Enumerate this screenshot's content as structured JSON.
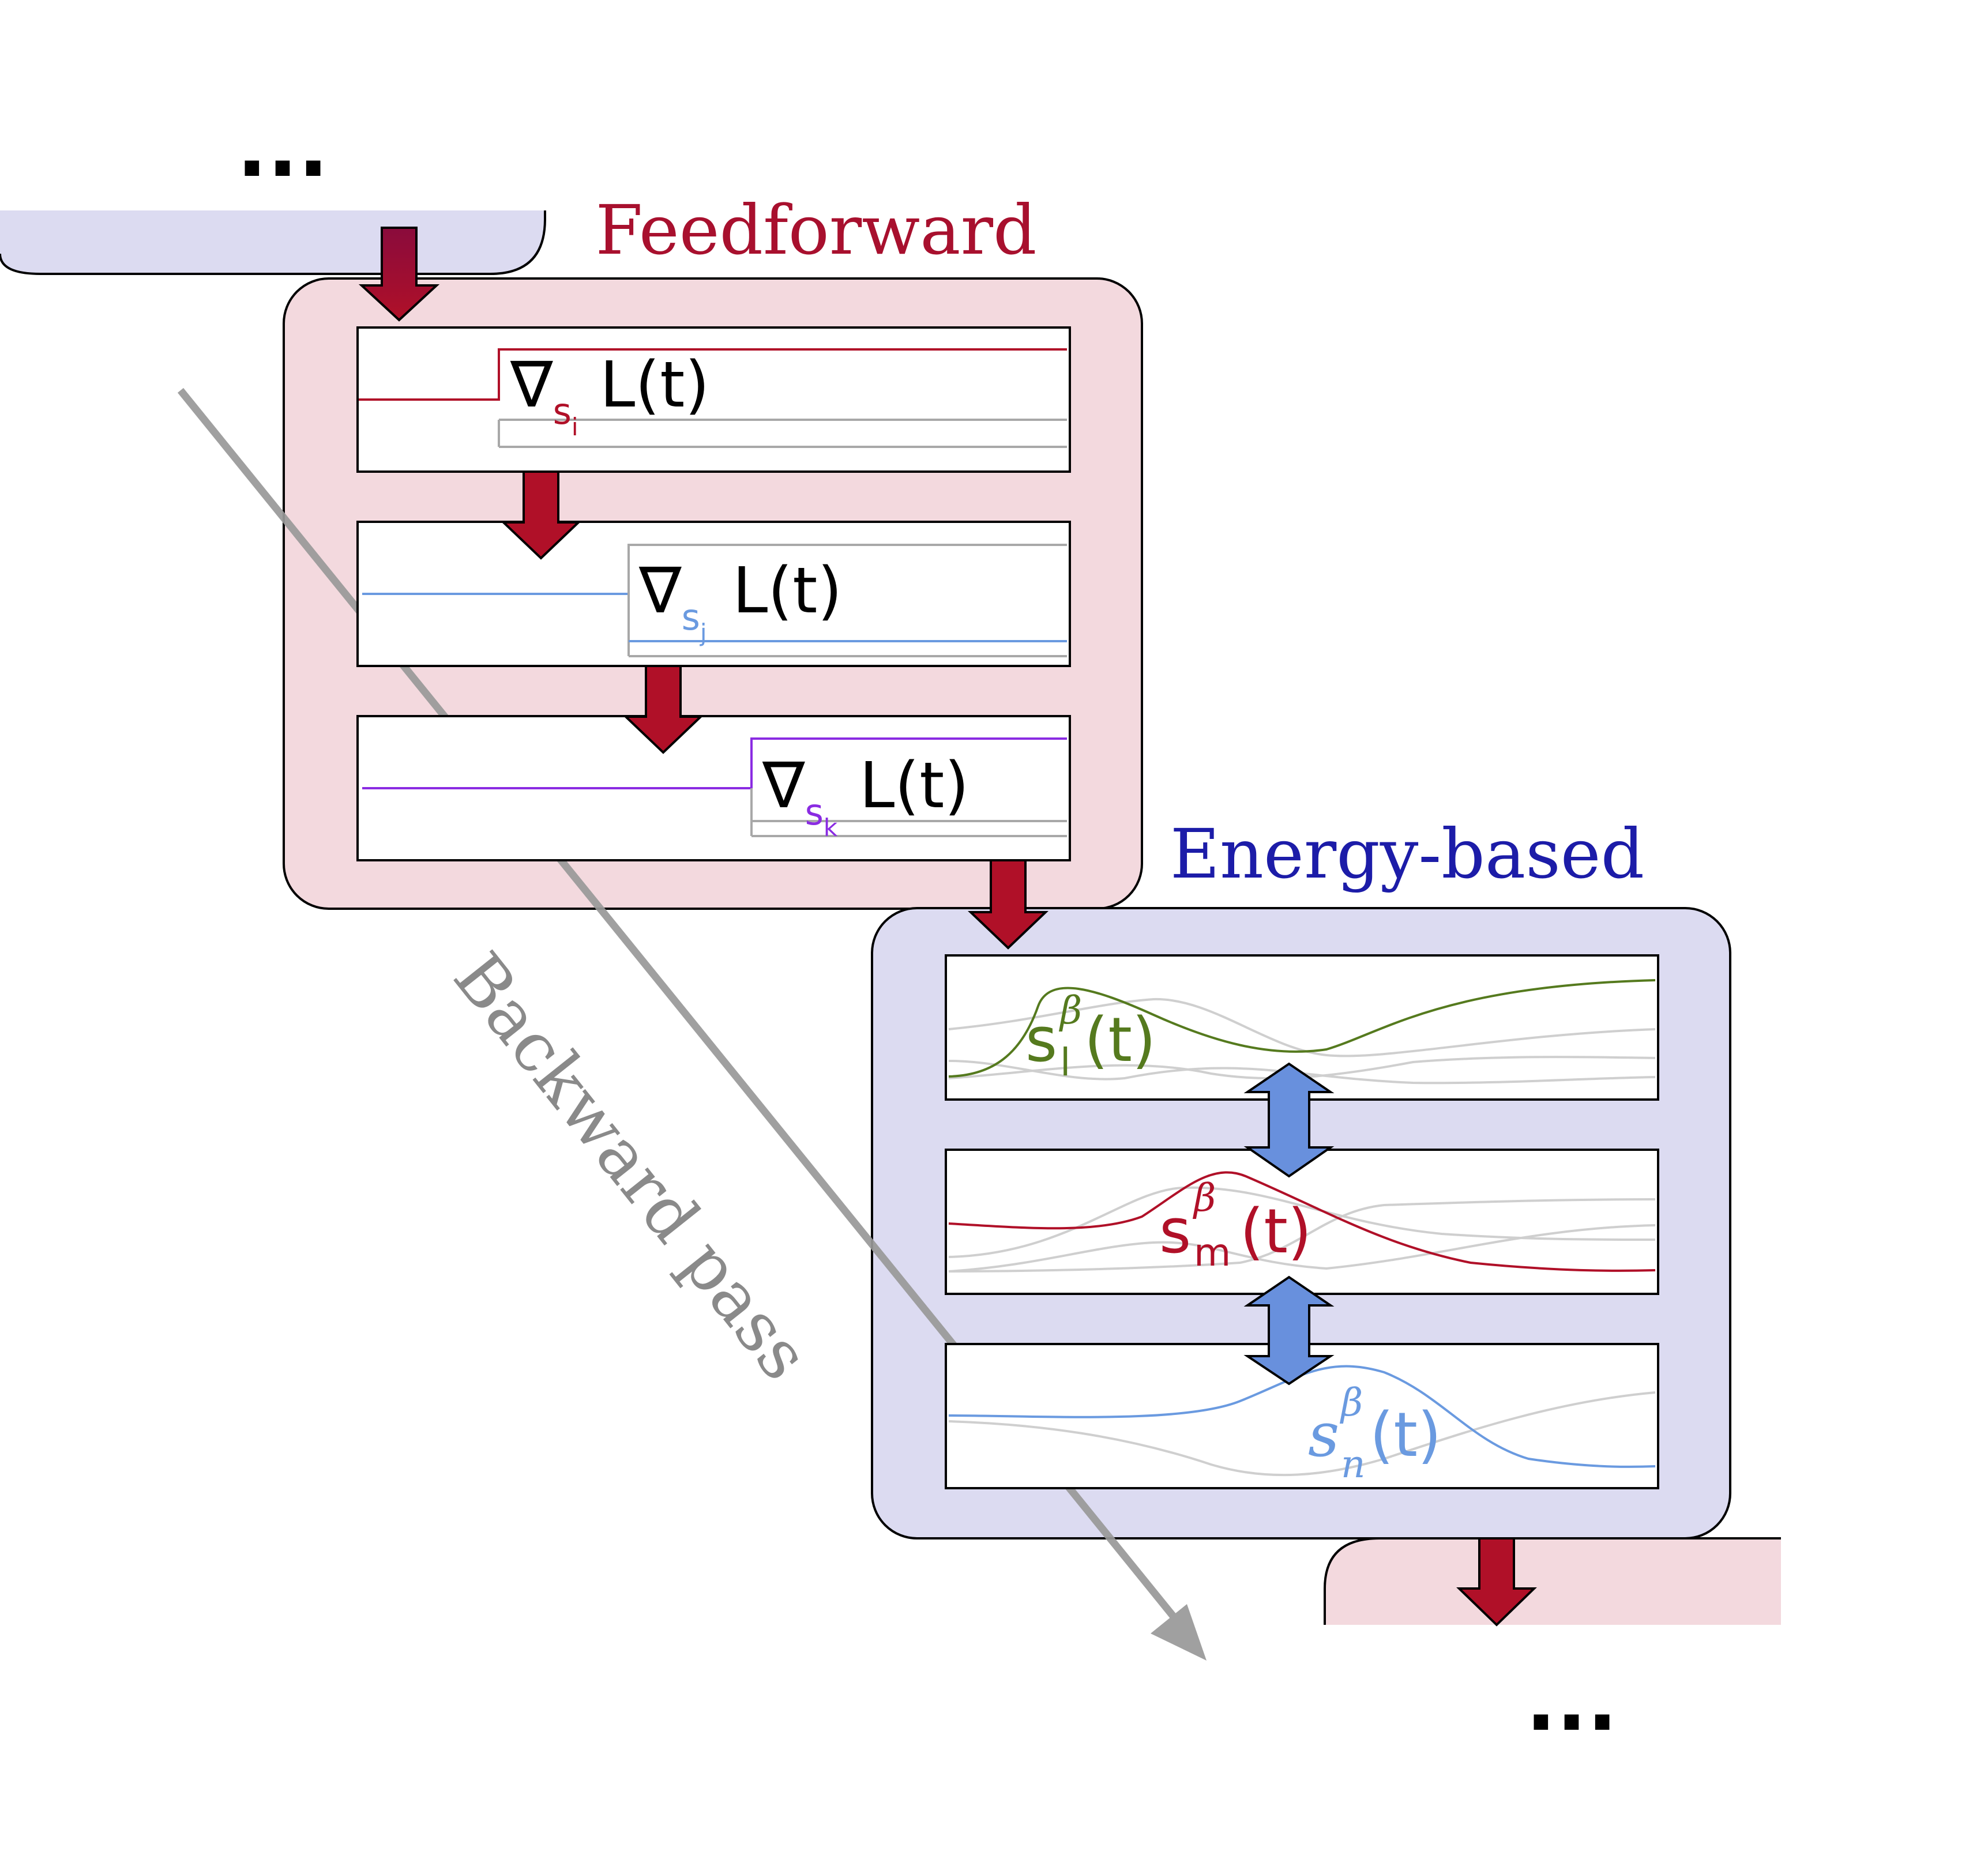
{
  "ellipsis_top": "...",
  "ellipsis_bottom": "...",
  "feedforward": {
    "title": "Feedforward",
    "color": "#a8102e",
    "panels": [
      {
        "nabla": "∇",
        "sub": "s",
        "subsub": "i",
        "rest": "L(t)",
        "color": "#b01028"
      },
      {
        "nabla": "∇",
        "sub": "s",
        "subsub": "j",
        "rest": "L(t)",
        "color": "#6a9ae0"
      },
      {
        "nabla": "∇",
        "sub": "s",
        "subsub": "k",
        "rest": "L(t)",
        "color": "#8a2be2"
      }
    ]
  },
  "energy": {
    "title": "Energy-based",
    "color": "#1c1ca8",
    "panels": [
      {
        "base": "s",
        "sup": "β",
        "sub": "l",
        "rest": "(t)",
        "color": "#557a1e"
      },
      {
        "base": "s",
        "sup": "β",
        "sub": "m",
        "rest": "(t)",
        "color": "#b01028"
      },
      {
        "base": "s",
        "sup": "β",
        "sub": "n",
        "rest": "(t)",
        "color": "#6a9ae0"
      }
    ]
  },
  "backward_label": "Backward pass",
  "colors": {
    "ff_fill": "#f3d9de",
    "eb_fill": "#dcdbf1",
    "flow_arrow": "#b01028",
    "exchange_arrow": "#6890dd",
    "backward_arrow": "#999999",
    "inactive_curve": "#cfcfcf",
    "inactive_line": "#a8a8a8"
  }
}
